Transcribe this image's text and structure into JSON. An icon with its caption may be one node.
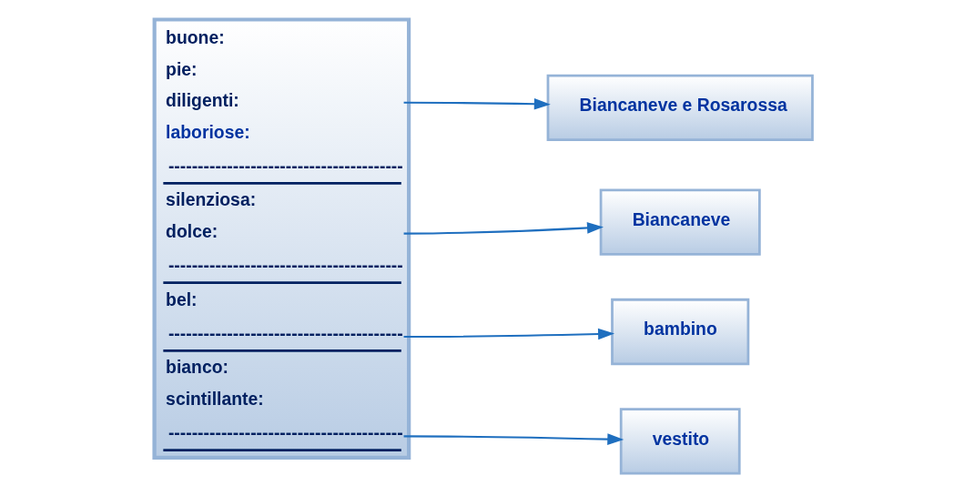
{
  "diagram": {
    "nodes": [
      {
        "text": [
          "buone:",
          "pie:",
          "diligenti:",
          "laboriose:",
          "----------------------------------------",
          "silenziosa:",
          "dolce:",
          "----------------------------------------",
          "bel:",
          "----------------------------------------",
          "bianco:",
          "scintillante:",
          "----------------------------------------"
        ]
      },
      {
        "text": [
          "Biancaneve e Rosarossa"
        ]
      },
      {
        "text": [
          "Biancaneve"
        ]
      },
      {
        "text": [
          "bambino"
        ]
      },
      {
        "text": [
          "vestito"
        ]
      }
    ],
    "edges": [
      {
        "from": 0,
        "to": 1,
        "arrow": "to"
      },
      {
        "from": 0,
        "to": 2,
        "arrow": "to"
      },
      {
        "from": 0,
        "to": 3,
        "arrow": "to"
      },
      {
        "from": 0,
        "to": 4,
        "arrow": "to"
      }
    ]
  }
}
